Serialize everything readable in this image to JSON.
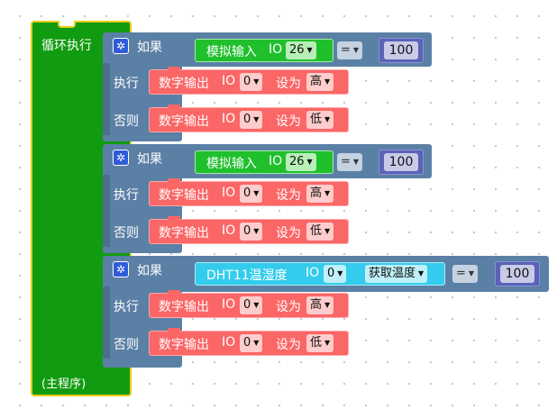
{
  "loop": {
    "title": "循环执行",
    "footer": "(主程序)"
  },
  "blocks": [
    {
      "if_label": "如果",
      "then_label": "执行",
      "else_label": "否则",
      "condition": {
        "text": "模拟输入",
        "io_label": "IO",
        "pin": "26",
        "op": "=",
        "value": "100"
      },
      "then": {
        "text": "数字输出",
        "io_label": "IO",
        "pin": "0",
        "set_label": "设为",
        "state": "高"
      },
      "else": {
        "text": "数字输出",
        "io_label": "IO",
        "pin": "0",
        "set_label": "设为",
        "state": "低"
      }
    },
    {
      "if_label": "如果",
      "then_label": "执行",
      "else_label": "否则",
      "condition": {
        "text": "模拟输入",
        "io_label": "IO",
        "pin": "26",
        "op": "=",
        "value": "100"
      },
      "then": {
        "text": "数字输出",
        "io_label": "IO",
        "pin": "0",
        "set_label": "设为",
        "state": "高"
      },
      "else": {
        "text": "数字输出",
        "io_label": "IO",
        "pin": "0",
        "set_label": "设为",
        "state": "低"
      }
    },
    {
      "if_label": "如果",
      "then_label": "执行",
      "else_label": "否则",
      "condition": {
        "text": "DHT11温湿度",
        "io_label": "IO",
        "pin": "0",
        "measure": "获取温度",
        "op": "=",
        "value": "100"
      },
      "then": {
        "text": "数字输出",
        "io_label": "IO",
        "pin": "0",
        "set_label": "设为",
        "state": "高"
      },
      "else": {
        "text": "数字输出",
        "io_label": "IO",
        "pin": "0",
        "set_label": "设为",
        "state": "低"
      }
    }
  ],
  "colors": {
    "loop": "#119b11",
    "if_block": "#5b80a5",
    "analog_input": "#20c02c",
    "dht11": "#33ccec",
    "digital_output": "#fb6666",
    "number": "#5a63b6"
  },
  "icons": {
    "gear": "gear-icon",
    "dropdown": "dropdown-arrow-icon"
  }
}
